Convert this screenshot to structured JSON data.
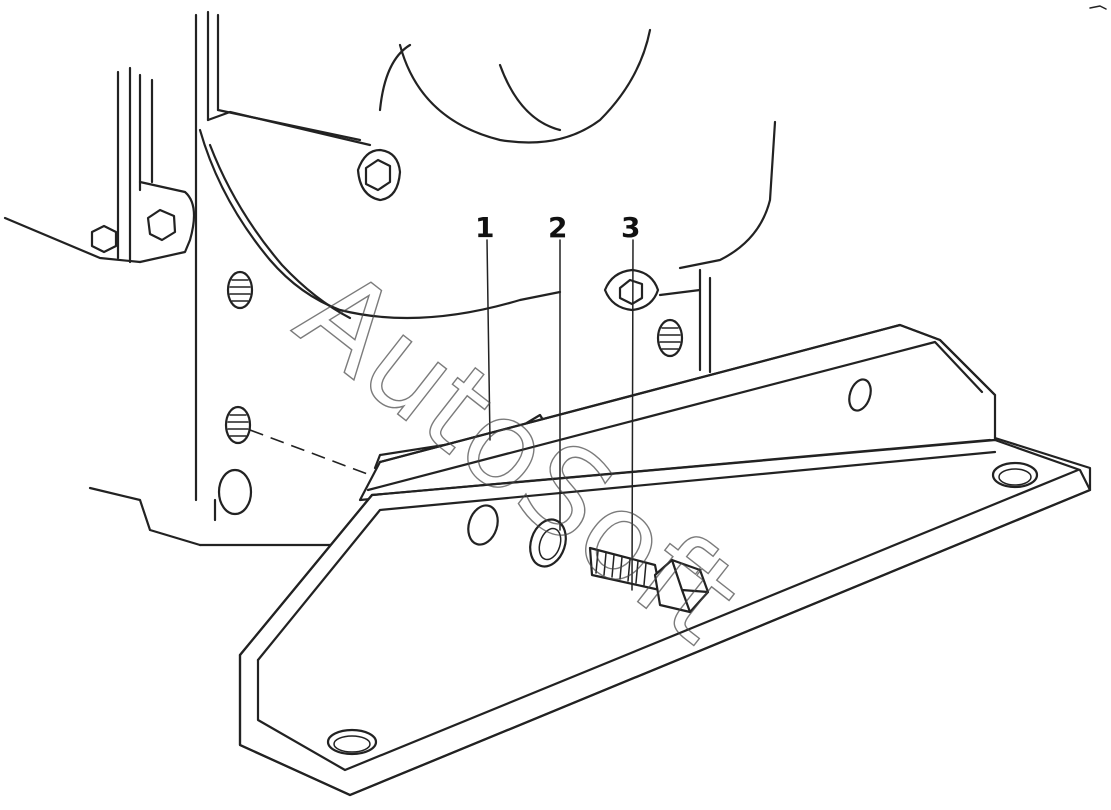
{
  "callouts": [
    {
      "label": "1"
    },
    {
      "label": "2"
    },
    {
      "label": "3"
    }
  ],
  "watermark": {
    "text": "AutoSoft"
  }
}
